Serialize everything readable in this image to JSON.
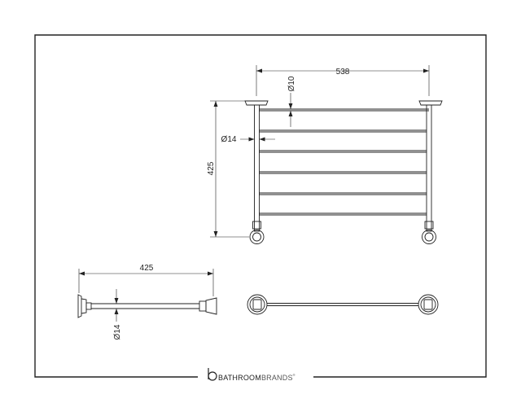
{
  "dimensions": {
    "front_width": "538",
    "front_height": "425",
    "front_post_dia": "Ø14",
    "front_rail_dia": "Ø10",
    "side_depth": "425",
    "side_post_dia": "Ø14"
  },
  "brand": {
    "bold": "BATHROOM",
    "light": "BRANDS",
    "reg": "®"
  },
  "colors": {
    "line": "#222222",
    "thin": "#555555",
    "background": "#ffffff"
  }
}
